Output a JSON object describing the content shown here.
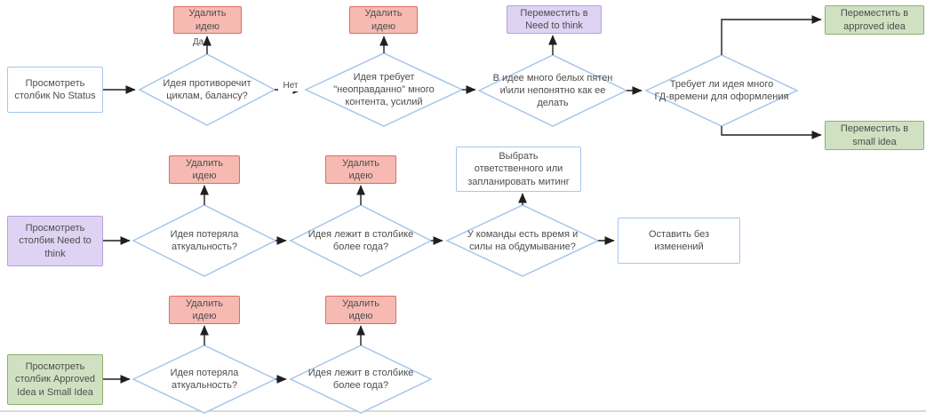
{
  "colors": {
    "canvas-bg": "#ffffff",
    "node-border-blue": "#a6c6ec",
    "node-fill-white": "#ffffff",
    "red-fill": "#f6bab3",
    "red-border": "#e06a5e",
    "purple-fill": "#ded3f3",
    "purple-border": "#b7a0e0",
    "green-fill": "#d0e1c2",
    "green-border": "#8cb06e",
    "text": "#4d4d4d",
    "arrow": "#1f1f1f",
    "divider": "#d9d9d9"
  },
  "edge_labels": {
    "yes": "Да",
    "no": "Нет"
  },
  "nodes": {
    "r1_start": {
      "type": "start",
      "label": "Просмотреть\nстолбик No Status"
    },
    "r1_d1": {
      "type": "decision",
      "label": "Идея противоречит\nциклам, балансу?"
    },
    "delete_idea": {
      "type": "action",
      "label": "Удалить\nидею"
    },
    "r1_d2": {
      "type": "decision",
      "label": "Идея требует\n\"неоправданно\" много\nконтента, усилий"
    },
    "r1_d3": {
      "type": "decision",
      "label": "В идее много белых пятен\nи\\или непонятно как ее\nделать"
    },
    "r1_move_ntt": {
      "type": "action",
      "label": "Переместить в\nNeed to think"
    },
    "r1_d4": {
      "type": "decision",
      "label": "Требует ли идея много\nГД-времени для оформления"
    },
    "r1_move_approved": {
      "type": "action",
      "label": "Переместить в\napproved idea"
    },
    "r1_move_small": {
      "type": "action",
      "label": "Переместить в\nsmall idea"
    },
    "r2_start": {
      "type": "start",
      "label": "Просмотреть\nстолбик Need to\nthink"
    },
    "r2_d1": {
      "type": "decision",
      "label": "Идея потеряла\nаткуальность?"
    },
    "r2_d2": {
      "type": "decision",
      "label": "Идея лежит в столбике\nболее года?"
    },
    "r2_d3": {
      "type": "decision",
      "label": "У команды есть время и\nсилы на обдумывание?"
    },
    "r2_choose": {
      "type": "action",
      "label": "Выбрать\nответственного или\nзапланировать митинг"
    },
    "r2_leave": {
      "type": "action",
      "label": "Оставить без\nизменений"
    },
    "r3_start": {
      "type": "start",
      "label": "Просмотреть\nстолбик Approved\nIdea и Small Idea"
    },
    "r3_d1": {
      "type": "decision",
      "label": "Идея потеряла\nаткуальность?"
    },
    "r3_d2": {
      "type": "decision",
      "label": "Идея лежит в столбике\nболее года?"
    }
  }
}
